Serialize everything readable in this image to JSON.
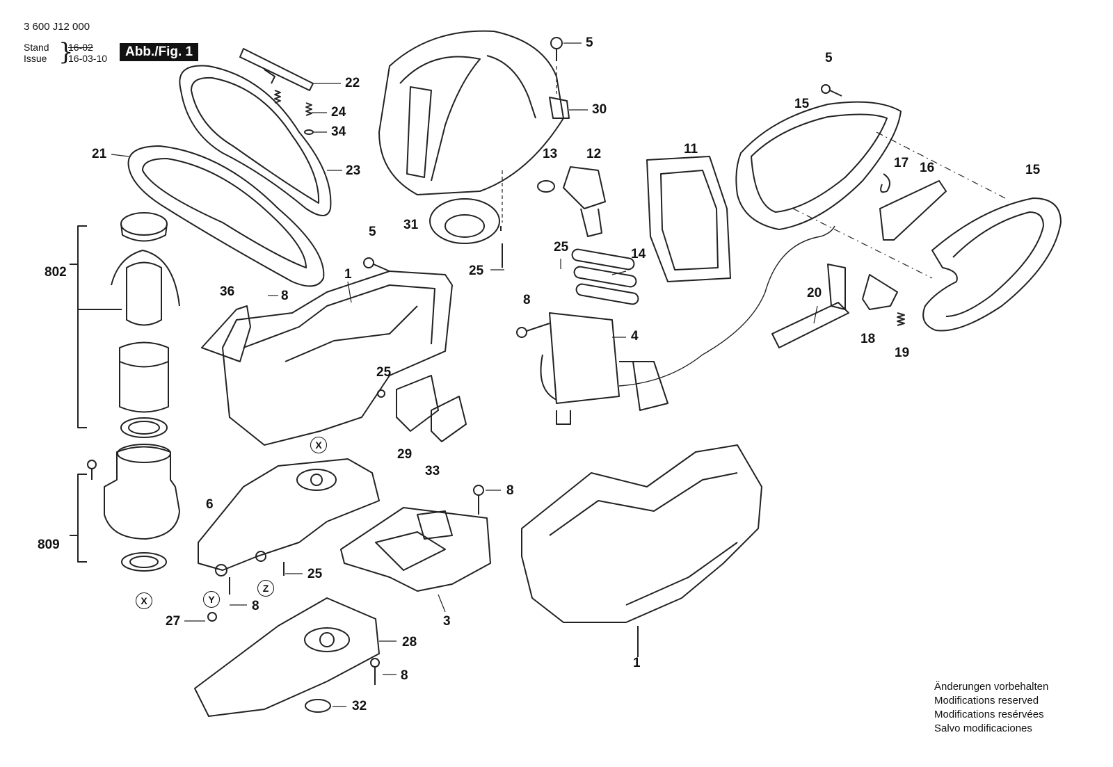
{
  "header": {
    "part_number": "3 600 J12 000",
    "stand_label_de": "Stand",
    "stand_label_en": "Issue",
    "stand_date_old": "16-02",
    "stand_date_new": "16-03-10",
    "figure_label": "Abb./Fig. 1"
  },
  "callouts": {
    "c5a": "5",
    "c30": "30",
    "c22": "22",
    "c24": "24",
    "c34": "34",
    "c23": "23",
    "c21": "21",
    "c802": "802",
    "c5b": "5",
    "c15a": "15",
    "c13": "13",
    "c12": "12",
    "c11": "11",
    "c17": "17",
    "c16": "16",
    "c15b": "15",
    "c31": "31",
    "c5c": "5",
    "c25a": "25",
    "c25b": "25",
    "c14": "14",
    "c1a": "1",
    "c36": "36",
    "c8a": "8",
    "c8b": "8",
    "c4": "4",
    "c20": "20",
    "c18": "18",
    "c19": "19",
    "c25c": "25",
    "c29": "29",
    "c33": "33",
    "c6": "6",
    "c809": "809",
    "c8c": "8",
    "c25d": "25",
    "c8d": "8",
    "c3": "3",
    "c1b": "1",
    "c27": "27",
    "c28": "28",
    "c8e": "8",
    "c32": "32"
  },
  "circle_labels": {
    "x1": "X",
    "x2": "X",
    "y": "Y",
    "z": "Z"
  },
  "notes": [
    "Änderungen vorbehalten",
    "Modifications reserved",
    "Modifications resérvées",
    "Salvo modificaciones"
  ]
}
